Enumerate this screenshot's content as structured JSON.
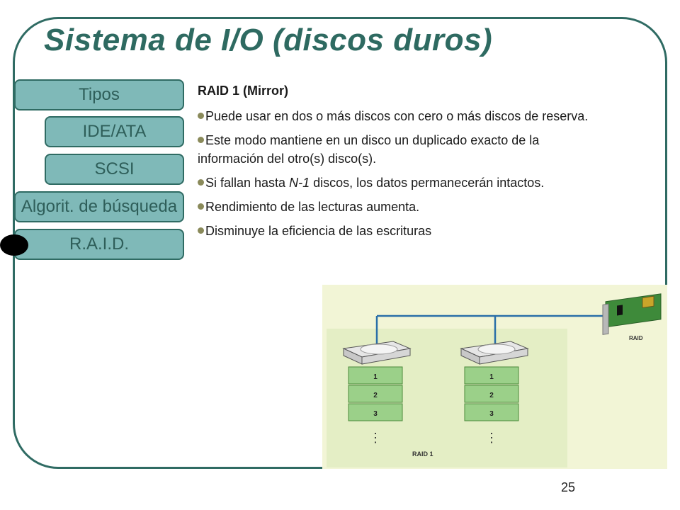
{
  "slide": {
    "title": "Sistema de I/O (discos duros)",
    "page_number": "25"
  },
  "nav": {
    "items": [
      {
        "label": "Tipos"
      },
      {
        "label": "IDE/ATA"
      },
      {
        "label": "SCSI"
      },
      {
        "label": "Algorit. de búsqueda"
      },
      {
        "label": "R.A.I.D."
      }
    ]
  },
  "content": {
    "heading": "RAID 1 (Mirror)",
    "bullets": [
      {
        "text": "Puede usar en dos o más discos con cero o más discos de reserva."
      },
      {
        "text": "Este modo mantiene en un disco un duplicado exacto de la información del otro(s) disco(s)."
      },
      {
        "pre": "Si fallan hasta ",
        "em": "N-1",
        "post": " discos, los datos permanecerán intactos."
      },
      {
        "text": "Rendimiento de las lecturas aumenta."
      },
      {
        "text": "Disminuye la eficiencia de las escrituras"
      }
    ]
  },
  "diagram": {
    "controller_label": "RAID",
    "array_label": "RAID 1",
    "blocks": [
      "1",
      "2",
      "3"
    ],
    "ellipsis": "⋮"
  },
  "colors": {
    "frame": "#2f6b63",
    "title": "#2e6a61",
    "nav_fill": "#7fb9b8",
    "diagram_bg": "#f2f5d6",
    "diagram_inner": "#e4eec5",
    "block_fill": "#9bd089",
    "bus_line": "#2a6fa8"
  }
}
